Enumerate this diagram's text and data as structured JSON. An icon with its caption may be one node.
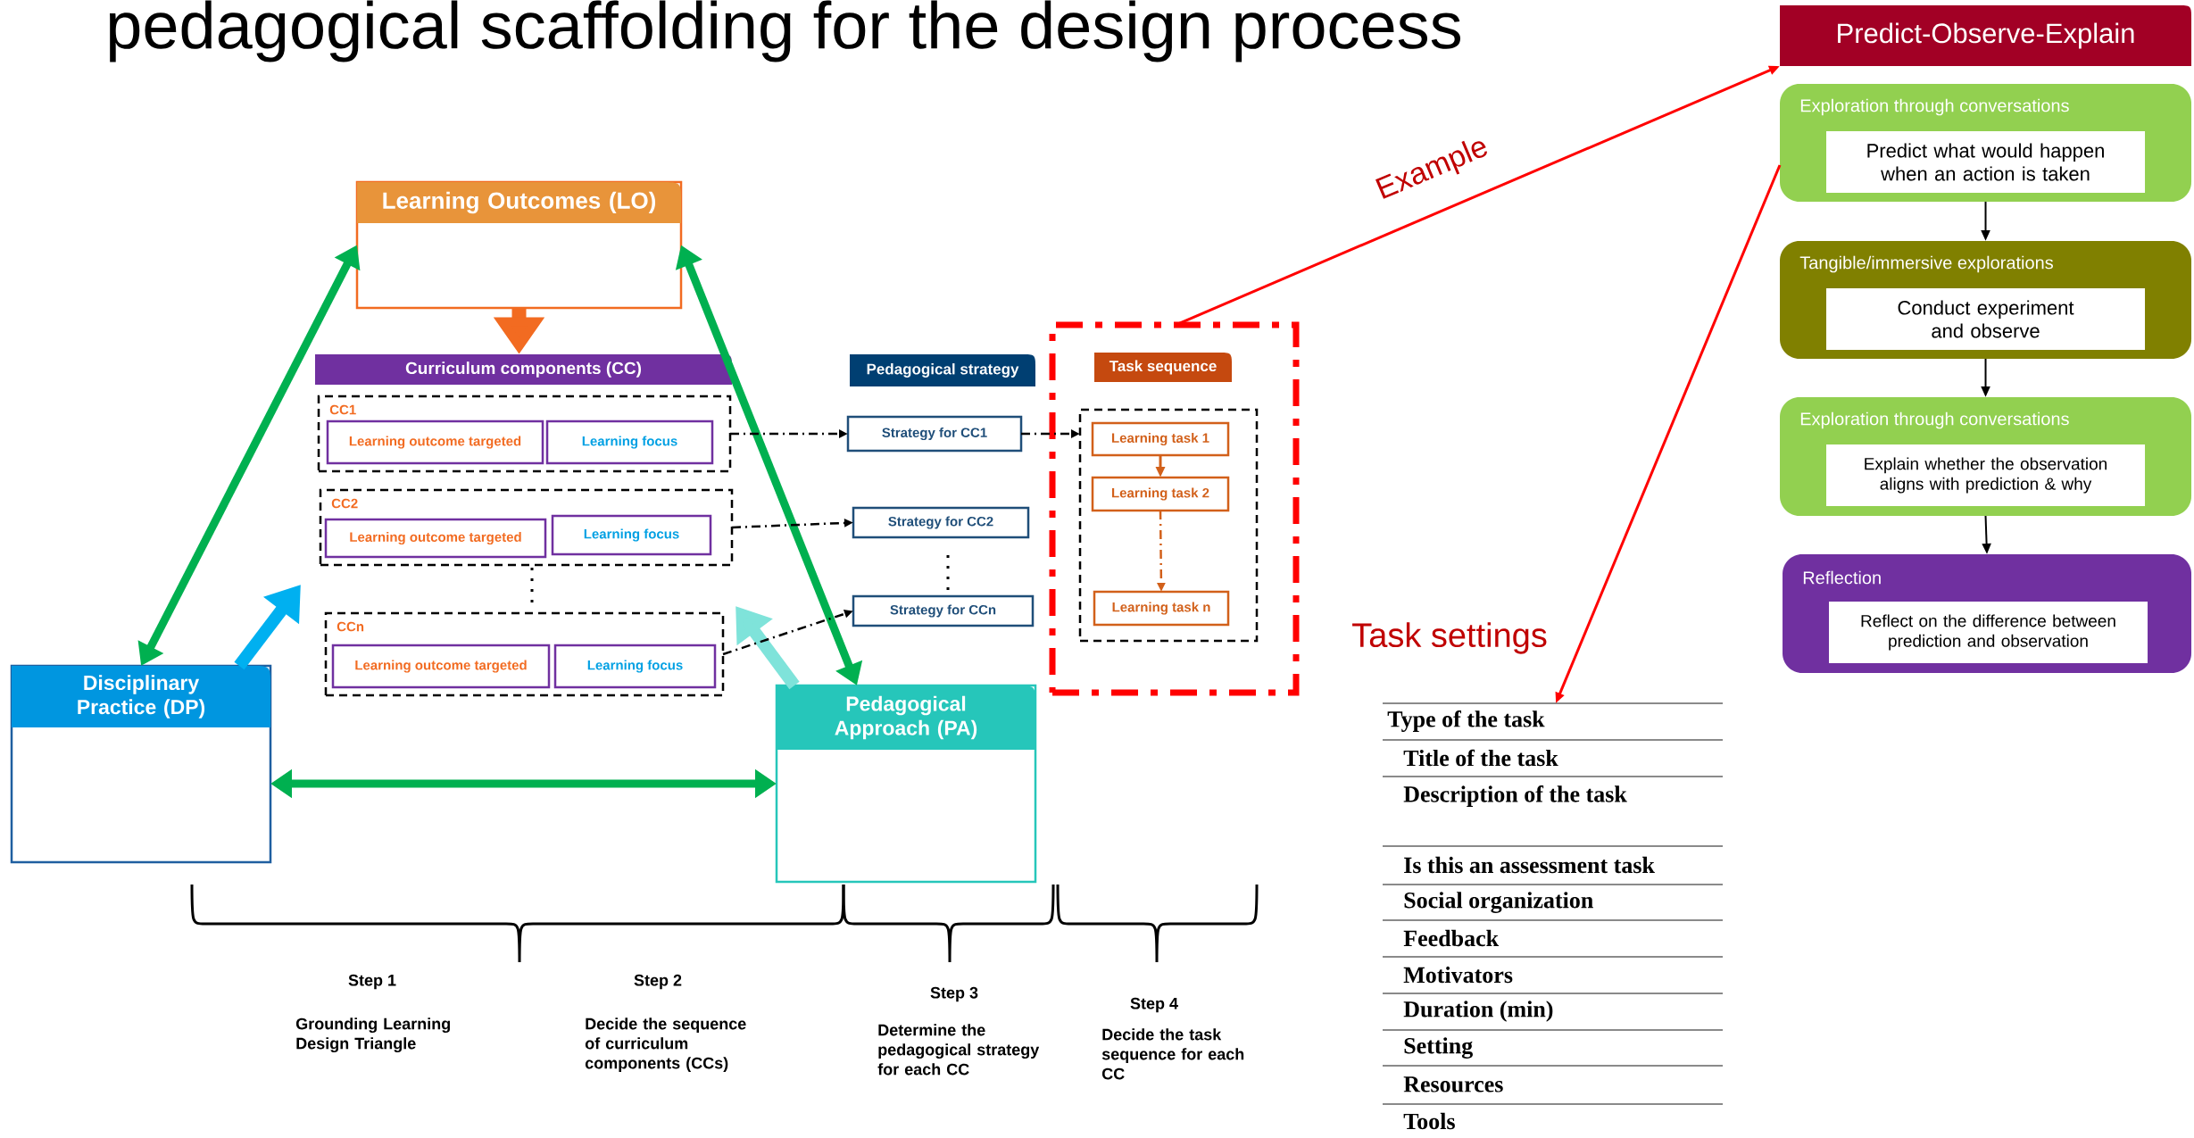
{
  "diagram": {
    "title": "pedagogical scaffolding for the design process",
    "nodes": [
      {
        "text": [
          "Learning Outcomes (LO)"
        ]
      },
      {
        "text": [
          "Curriculum components (CC)"
        ]
      },
      {
        "text": [
          "CC1"
        ]
      },
      {
        "text": [
          "Learning outcome targeted"
        ],
        "in": 2
      },
      {
        "text": [
          "Learning focus"
        ],
        "in": 2
      },
      {
        "text": [
          "CC2"
        ]
      },
      {
        "text": [
          "Learning outcome targeted"
        ],
        "in": 5
      },
      {
        "text": [
          "Learning focus"
        ],
        "in": 5
      },
      {
        "text": [
          "CCn"
        ]
      },
      {
        "text": [
          "Learning outcome targeted"
        ],
        "in": 8
      },
      {
        "text": [
          "Learning focus"
        ],
        "in": 8
      },
      {
        "text": [
          "Disciplinary Practice (DP)"
        ]
      },
      {
        "text": [
          "Pedagogical Approach (PA)"
        ]
      },
      {
        "text": [
          "Pedagogical strategy"
        ]
      },
      {
        "text": [
          "Strategy for CC1"
        ]
      },
      {
        "text": [
          "Strategy for CC2"
        ]
      },
      {
        "text": [
          "Strategy for CCn"
        ]
      },
      {
        "text": [],
        "shape": "box"
      },
      {
        "text": [
          "Task sequence"
        ],
        "in": 17
      },
      {
        "text": [],
        "shape": "box",
        "in": 17
      },
      {
        "text": [
          "Learning task 1"
        ],
        "in": 19
      },
      {
        "text": [
          "Learning task 2"
        ],
        "in": 19
      },
      {
        "text": [
          "Learning task n"
        ],
        "in": 19
      },
      {
        "text": [
          "Predict-Observe-Explain"
        ]
      },
      {
        "text": [
          "Exploration through conversations"
        ]
      },
      {
        "text": [
          "Predict what would happen when an action is taken"
        ],
        "in": 24
      },
      {
        "text": [
          "Tangible/immersive explorations"
        ]
      },
      {
        "text": [
          "Conduct experiment and observe"
        ],
        "in": 26
      },
      {
        "text": [
          "Exploration through conversations"
        ]
      },
      {
        "text": [
          "Explain whether the observation aligns with prediction & why"
        ],
        "in": 28
      },
      {
        "text": [
          "Reflection"
        ]
      },
      {
        "text": [
          "Reflect on the difference between prediction and observation"
        ],
        "in": 30
      },
      {
        "text": [
          "Task settings",
          "Type of the task",
          "Title of the task",
          "Description of the task",
          "Is this an assessment task",
          "Social organization",
          "Feedback",
          "Motivators",
          "Duration (min)",
          "Setting",
          "Resources",
          "Tools"
        ]
      }
    ],
    "edges": [
      {
        "from": 0,
        "to": 11,
        "arrow": "both",
        "style": "thick",
        "color": "#00b050"
      },
      {
        "from": 0,
        "to": 12,
        "arrow": "both",
        "style": "thick",
        "color": "#00b050"
      },
      {
        "from": 11,
        "to": 12,
        "arrow": "both",
        "style": "thick",
        "color": "#00b050"
      },
      {
        "from": 0,
        "to": 1,
        "arrow": "to",
        "style": "thick",
        "color": "#f26b21"
      },
      {
        "from": 11,
        "to": null,
        "arrow": "to",
        "style": "thick",
        "color": "#00b0f0"
      },
      {
        "from": 12,
        "to": 8,
        "arrow": "to",
        "style": "thick",
        "color": "#7fe3da"
      },
      {
        "from": 2,
        "to": 14,
        "arrow": "to",
        "style": "dashed"
      },
      {
        "from": 5,
        "to": 15,
        "arrow": "to",
        "style": "dashed"
      },
      {
        "from": 8,
        "to": 16,
        "arrow": "to",
        "style": "dashed"
      },
      {
        "from": 14,
        "to": 19,
        "arrow": "to",
        "style": "dashed"
      },
      {
        "from": 20,
        "to": 21,
        "arrow": "to",
        "color": "#d2601a"
      },
      {
        "from": 21,
        "to": 22,
        "arrow": "to",
        "style": "dashed",
        "color": "#d2601a"
      },
      {
        "from": 17,
        "to": 23,
        "arrow": "to",
        "color": "#ff0000",
        "label": "Example"
      },
      {
        "from": 24,
        "to": 32,
        "arrow": "to",
        "color": "#ff0000"
      },
      {
        "from": 24,
        "to": 26,
        "arrow": "to"
      },
      {
        "from": 26,
        "to": 28,
        "arrow": "to"
      },
      {
        "from": 28,
        "to": 30,
        "arrow": "to"
      }
    ],
    "labels": [
      "Step 1",
      "Grounding Learning Design Triangle",
      "Step 2",
      "Decide the sequence of curriculum components (CCs)",
      "Step 3",
      "Determine the pedagogical strategy for each CC",
      "Step 4",
      "Decide the task sequence for each CC"
    ]
  }
}
